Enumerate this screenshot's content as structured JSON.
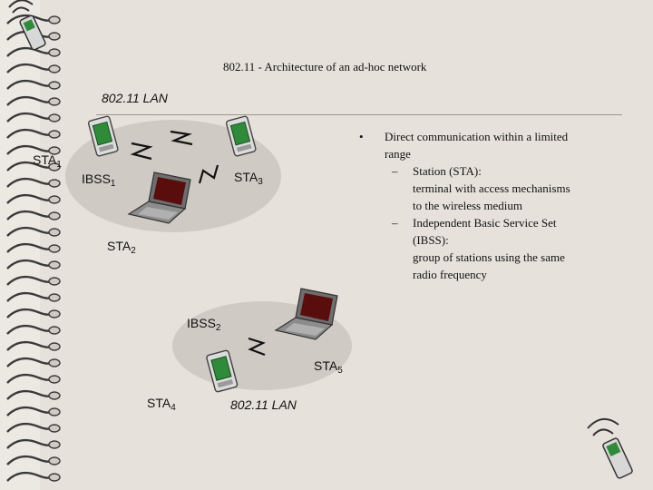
{
  "slide": {
    "title": "802.11 - Architecture of an ad-hoc network"
  },
  "diagram": {
    "lan_top_label": "802.11 LAN",
    "lan_bottom_label": "802.11 LAN",
    "ibss1_label": "IBSS",
    "ibss1_sub": "1",
    "ibss2_label": "IBSS",
    "ibss2_sub": "2",
    "stations": [
      {
        "label": "STA",
        "sub": "1"
      },
      {
        "label": "STA",
        "sub": "2"
      },
      {
        "label": "STA",
        "sub": "3"
      },
      {
        "label": "STA",
        "sub": "4"
      },
      {
        "label": "STA",
        "sub": "5"
      }
    ]
  },
  "bullets": {
    "b1_mark": "•",
    "b1_line1": "Direct communication within a limited",
    "b1_line2": "range",
    "dash": "–",
    "s1_line1": "Station (STA):",
    "s1_line2": "terminal with access mechanisms",
    "s1_line3": "to the wireless medium",
    "s2_line1": "Independent Basic Service Set",
    "s2_line2": "(IBSS):",
    "s2_line3": "group of stations using the same",
    "s2_line4": "radio frequency"
  },
  "colors": {
    "page": "#e6e2db",
    "blob": "#cfcac4",
    "pda_green": "#2f8a3a",
    "laptop_screen": "#5a0d0d",
    "laptop_body": "#7c7c7c"
  }
}
